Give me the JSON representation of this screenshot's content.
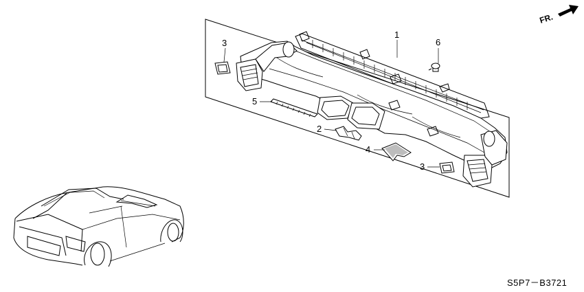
{
  "diagram": {
    "orientation_label": "FR.",
    "part_code": "S5P7－B3721",
    "callouts": [
      {
        "id": "callout-1",
        "label": "1"
      },
      {
        "id": "callout-6",
        "label": "6"
      },
      {
        "id": "callout-3-top",
        "label": "3"
      },
      {
        "id": "callout-5",
        "label": "5"
      },
      {
        "id": "callout-2",
        "label": "2"
      },
      {
        "id": "callout-4",
        "label": "4"
      },
      {
        "id": "callout-3-bottom",
        "label": "3"
      }
    ]
  }
}
